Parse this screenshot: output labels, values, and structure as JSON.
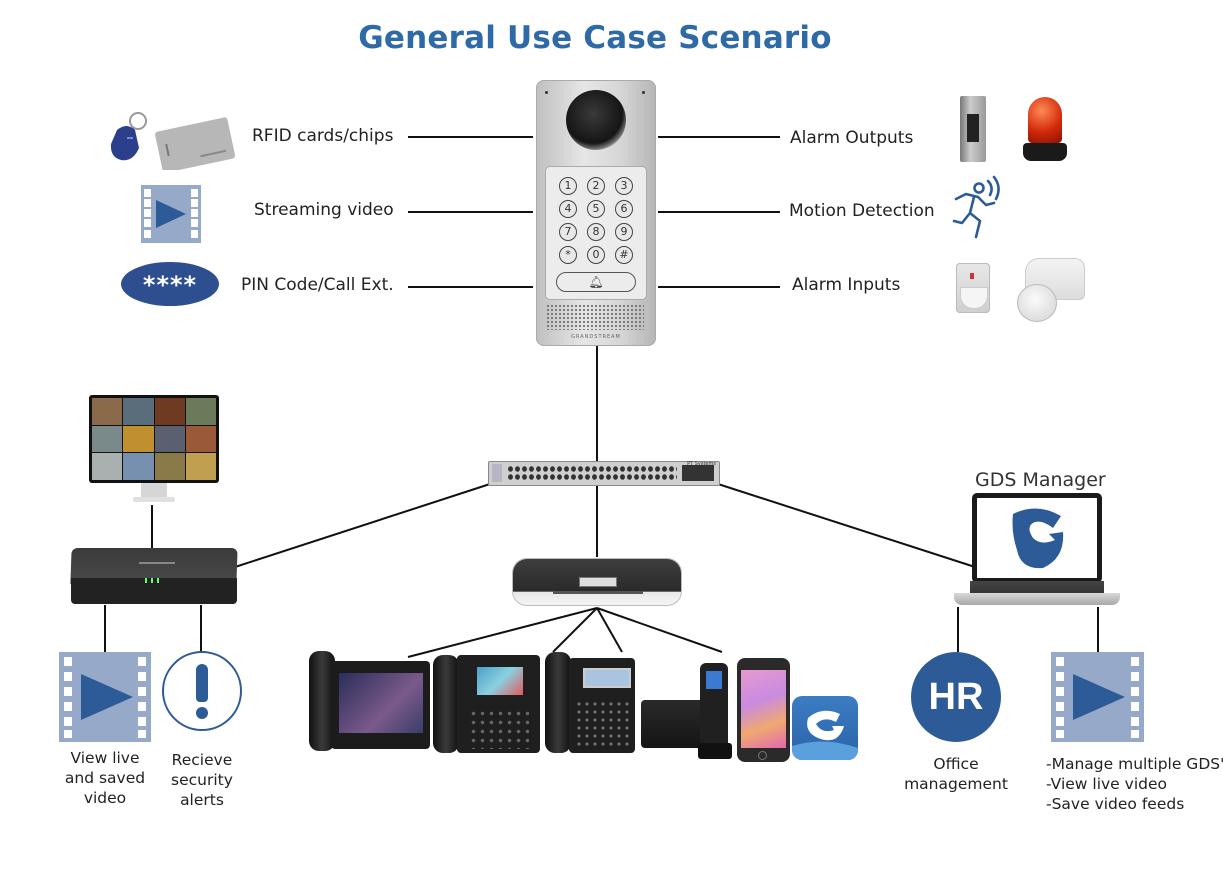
{
  "title": "General Use Case Scenario",
  "colors": {
    "accent": "#2e6aa6",
    "icon_blue": "#2d5b97",
    "film_bg": "#97a9c9",
    "line": "#111111"
  },
  "left_features": [
    {
      "label": "RFID cards/chips",
      "icon": "rfid-card-icon"
    },
    {
      "label": "Streaming video",
      "icon": "video-play-icon"
    },
    {
      "label": "PIN Code/Call Ext.",
      "icon": "pin-code-icon",
      "icon_text": "****"
    }
  ],
  "right_features": [
    {
      "label": "Alarm Outputs",
      "icon": "alarm-output-icon"
    },
    {
      "label": "Motion Detection",
      "icon": "motion-detection-icon"
    },
    {
      "label": "Alarm Inputs",
      "icon": "alarm-input-icon"
    }
  ],
  "door_station": {
    "keypad": [
      "1",
      "2",
      "3",
      "4",
      "5",
      "6",
      "7",
      "8",
      "9",
      "*",
      "0",
      "#"
    ],
    "brand": "GRANDSTREAM"
  },
  "switch": {
    "brand": "PT Systems"
  },
  "nvr_branch": {
    "items": [
      {
        "caption": "View live and saved video",
        "lines": [
          "View live",
          "and saved",
          "video"
        ],
        "icon": "video-play-icon"
      },
      {
        "caption": "Recieve security alerts",
        "lines": [
          "Recieve",
          "security",
          "alerts"
        ],
        "icon": "alert-icon"
      }
    ]
  },
  "gds_manager": {
    "label": "GDS Manager",
    "items": [
      {
        "lines": [
          "Office",
          "management"
        ],
        "icon": "hr-icon",
        "icon_text": "HR"
      },
      {
        "lines": [
          "-Manage multiple GDS'",
          "-View live video",
          "-Save video feeds"
        ],
        "icon": "video-play-icon"
      }
    ]
  },
  "endpoints": [
    "video-phone",
    "ip-phone-color",
    "ip-phone-basic",
    "dect-base",
    "dect-handset",
    "smartphone",
    "mobile-app"
  ]
}
